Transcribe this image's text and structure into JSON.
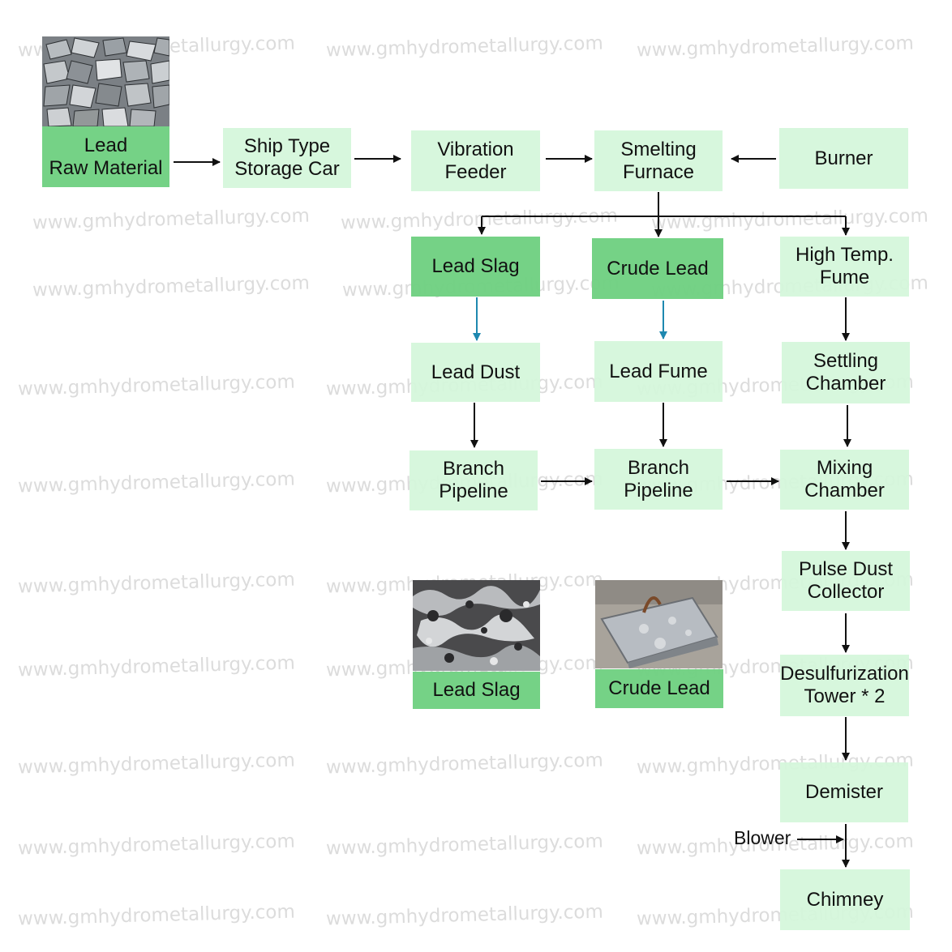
{
  "watermark": "www.gmhydrometallurgy.com",
  "nodes": {
    "lead_raw_material": "Lead\nRaw Material",
    "ship_type_storage_car": "Ship Type\nStorage Car",
    "vibration_feeder": "Vibration\nFeeder",
    "smelting_furnace": "Smelting\nFurnace",
    "burner": "Burner",
    "lead_slag": "Lead Slag",
    "crude_lead": "Crude Lead",
    "high_temp_fume": "High Temp.\nFume",
    "lead_dust": "Lead Dust",
    "lead_fume": "Lead Fume",
    "settling_chamber": "Settling\nChamber",
    "branch_pipeline_1": "Branch\nPipeline",
    "branch_pipeline_2": "Branch\nPipeline",
    "mixing_chamber": "Mixing\nChamber",
    "pulse_dust_collector": "Pulse Dust\nCollector",
    "desulfurization_tower": "Desulfurization\nTower * 2",
    "demister": "Demister",
    "chimney": "Chimney"
  },
  "photo_captions": {
    "lead_slag": "Lead Slag",
    "crude_lead": "Crude Lead"
  },
  "blower_label": "Blower",
  "colors": {
    "light_box": "#d4f6da",
    "dark_box": "#6ed080",
    "arrow": "#111111",
    "blue_arrow": "#1e88b0",
    "watermark": "#dcdcdc"
  }
}
